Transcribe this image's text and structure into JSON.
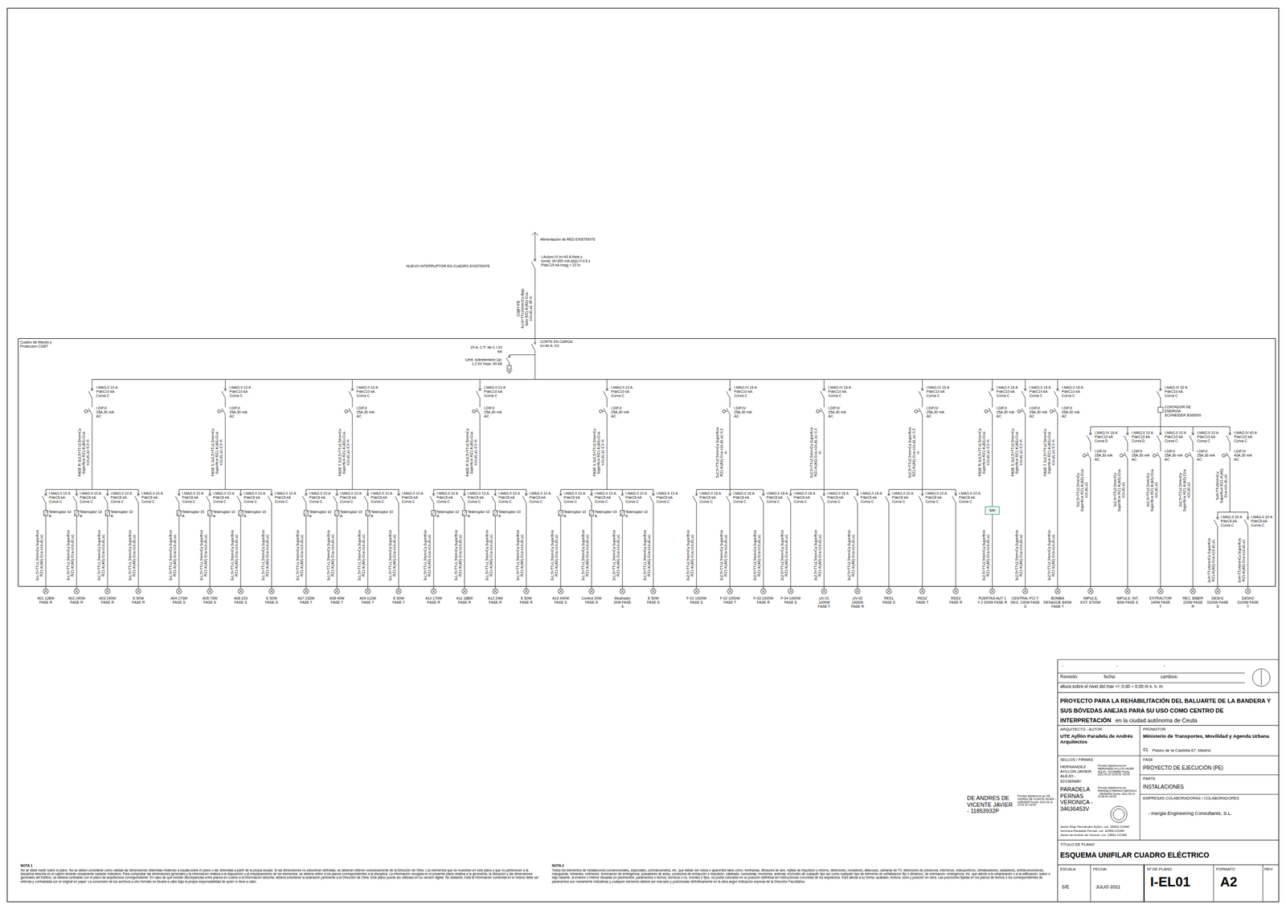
{
  "diagram": {
    "title": "ESQUEMA UNIFILAR CUADRO ELÉCTRICO",
    "nodes": [
      {
        "text": [
          "Cuadro de Mando y Protección CGBT"
        ]
      },
      {
        "text": [
          "SAI"
        ],
        "in": 0
      }
    ],
    "labels": [
      "Alimentación de RED EXISTENTE",
      "I.Autom.IV In=40 A Relé y toroid. Id=300 mA,Δt(s) t=0,5 s PdeC15 kA Imag = 10 In",
      "NUEVO INTERRUPTOR EN CUADRO EXISTENTE",
      "CGBT PB 4x10+TTx10mm²Cu Bajo tubo RZ1-K(AS) Cca-s1b,d1,a1 30 m",
      "CORTE EN CARGA In=40 A; ICt",
      "20 A, C P. de C.=10 kA",
      "Limit. sobretensión Up: 1,2 kV Imax: 40 kA",
      "I.MAG.II 10 A PdeC10 kA Curva C",
      "I.DIF.II 25A,30 mA AC",
      "FASE R 3x2,5+TTx2,5mm²Cu Superficie RZ1-K(AS) Cca-s1b,d1,a1 0,3 m",
      "I.MAG.II 10 A PdeC10 kA Curva C",
      "I.DIF.II 25A,30 mA AC",
      "FASE S 3x2,5+TTx2,5mm²Cu Superficie RZ1-K(AS) Cca-s1b,d1,a1 0,3 m",
      "I.MAG.II 10 A PdeC10 kA Curva C",
      "I.DIF.II 25A,30 mA AC",
      "FASE T 3x2,5+TTx2,5mm²Cu Superficie RZ1-K(AS) Cca-s1b,d1,a1 0,3 m",
      "I.MAG.II 10 A PdeC10 kA Curva C",
      "I.DIF.II 25A,30 mA AC",
      "FASE R 3x2,5+TTx2,5mm²Cu Superficie RZ1-K(AS) Cca-s1b,d1,a1 0,3 m",
      "I.MAG.II 10 A PdeC10 kA Curva C",
      "I.DIF.II 25A,30 mA AC",
      "FASE S 3x2,5+TTx2,5mm²Cu Superficie RZ1-K(AS) Cca-s1b,d1,a1 0,3 m",
      "I.MAG.IV 16 A PdeC10 kA Curva C",
      "I.DIF.IV 25A,30 mA AC",
      "5x2,5+TTx2,5mm²Cu Superficie RZ1-K(AS) Cca-s1b,d1,a1 0,3 m",
      "I.MAG.IV 16 A PdeC10 kA Curva C",
      "I.DIF.IV 25A,30 mA AC",
      "5x2,5+TTx2,5mm²Cu Superficie RZ1-K(AS) Cca-s1b,d1,a1 0,3 m",
      "I.MAG.IV 16 A PdeC10 kA Curva C",
      "I.DIF.IV 25A,30 mA AC",
      "5x2,5+TTx2,5mm²Cu Superficie RZ1-K(AS) Cca-s1b,d1,a1 0,3 m",
      "I.MAG.II 16 A PdeC10 kA Curva C",
      "I.DIF.II 25A,30 mA AC",
      "FASE R 3x2,5+TTx2,5mm²Cu Superficie RZ1-K(AS) Cca-s1b,d1,a1 0,3 m",
      "I.MAG.II 16 A PdeC10 kA Curva C",
      "I.DIF.II 25A,30 mA AC",
      "FASE S 3x2,5+TTx2,5mm²Cu Superficie RZ1-K(AS) Cca-s1b,d1,a1 0,3 m",
      "I.MAG.II 16 A PdeC10 kA Curva C",
      "I.DIF.II 25A,30 mA AC",
      "FASE T 3x2,5+TTx2,5mm²Cu Superficie RZ1-K(AS) Cca-s1b,d1,a1 0,3 m",
      "I.MAG.IV 32 A PdeC10 kA Curva C",
      "CONTADOR DE ENERGÍA SCHNEIDER iEM3000",
      "I.MAG.II 10 A PdeC6 kA Curva C",
      "Telerruptor 10 A",
      "3x1,5+TTx1,5mm²Cu Superficie RZ1-K(AS) Cca-s1b,d1,a1",
      "A01 128W FASE R",
      "I.MAG.II 10 A PdeC6 kA Curva C",
      "Telerruptor 10 A",
      "3x1,5+TTx1,5mm²Cu Superficie RZ1-K(AS) Cca-s1b,d1,a1",
      "A02 240W FASE R",
      "I.MAG.II 10 A PdeC6 kA Curva C",
      "Telerruptor 10 A",
      "3x1,5+TTx1,5mm²Cu Superficie RZ1-K(AS) Cca-s1b,d1,a1",
      "A03 240W FASE R",
      "I.MAG.II 10 A PdeC6 kA Curva C",
      "3x1,5+TTx1,5mm²Cu Superficie RZ1-K(AS) Cca-s1b,d1,a1",
      "E 50W FASE R",
      "I.MAG.II 10 A PdeC6 kA Curva C",
      "Telerruptor 10 A",
      "3x1,5+TTx1,5mm²Cu Superficie RZ1-K(AS) Cca-s1b,d1,a1",
      "A04 273W FASE S",
      "I.MAG.II 10 A PdeC6 kA Curva C",
      "Telerruptor 10 A",
      "3x1,5+TTx1,5mm²Cu Superficie RZ1-K(AS) Cca-s1b,d1,a1",
      "A05 70W FASE S",
      "I.MAG.II 10 A PdeC6 kA Curva C",
      "Telerruptor 10 A",
      "3x1,5+TTx1,5mm²Cu Superficie RZ1-K(AS) Cca-s1b,d1,a1",
      "A06 229 FASE S",
      "I.MAG.II 10 A PdeC6 kA Curva C",
      "3x1,5+TTx1,5mm²Cu Superficie RZ1-K(AS) Cca-s1b,d1,a1",
      "E 50W FASE S",
      "I.MAG.II 10 A PdeC6 kA Curva C",
      "Telerruptor 10 A",
      "3x1,5+TTx1,5mm²Cu Superficie RZ1-K(AS) Cca-s1b,d1,a1",
      "A07 233W FASE T",
      "I.MAG.II 10 A PdeC6 kA Curva C",
      "Telerruptor 10 A",
      "3x1,5+TTx1,5mm²Cu Superficie RZ1-K(AS) Cca-s1b,d1,a1",
      "A08 40W FASE T",
      "I.MAG.II 10 A PdeC6 kA Curva C",
      "Telerruptor 10 A",
      "3x1,5+TTx1,5mm²Cu Superficie RZ1-K(AS) Cca-s1b,d1,a1",
      "A09 112W FASE T",
      "I.MAG.II 10 A PdeC6 kA Curva C",
      "3x1,5+TTx1,5mm²Cu Superficie RZ1-K(AS) Cca-s1b,d1,a1",
      "E 50W FASE T",
      "I.MAG.II 10 A PdeC6 kA Curva C",
      "Telerruptor 10 A",
      "3x1,5+TTx1,5mm²Cu Superficie RZ1-K(AS) Cca-s1b,d1,a1",
      "A10 170W FASE R",
      "I.MAG.II 10 A PdeC6 kA Curva C",
      "Telerruptor 10 A",
      "3x1,5+TTx1,5mm²Cu Superficie RZ1-K(AS) Cca-s1b,d1,a1",
      "A11 188W FASE R",
      "I.MAG.II 10 A PdeC6 kA Curva C",
      "Telerruptor 10 A",
      "3x1,5+TTx1,5mm²Cu Superficie RZ1-K(AS) Cca-s1b,d1,a1",
      "A12 24W FASE R",
      "I.MAG.II 10 A PdeC6 kA Curva C",
      "3x1,5+TTx1,5mm²Cu Superficie RZ1-K(AS) Cca-s1b,d1,a1",
      "E 50W FASE R",
      "I.MAG.II 10 A PdeC6 kA Curva C",
      "Telerruptor 10 A",
      "3x1,5+TTx1,5mm²Cu Superficie RZ1-K(AS) Cca-s1b,d1,a1",
      "A13 400W FASE S",
      "I.MAG.II 10 A PdeC6 kA Curva C",
      "Telerruptor 10 A",
      "3x1,5+TTx1,5mm²Cu Superficie RZ1-K(AS) Cca-s1b,d1,a1",
      "Control 20W FASE S",
      "I.MAG.II 10 A PdeC6 kA Curva C",
      "Telerruptor 10 A",
      "3x1,5+TTx1,5mm²Cu Superficie RZ1-K(AS) Cca-s1b,d1,a1",
      "Mostrador 20W FASE S",
      "I.MAG.II 10 A PdeC6 kA Curva C",
      "3x1,5+TTx1,5mm²Cu Superficie RZ1-K(AS) Cca-s1b,d1,a1",
      "E 50W FASE S",
      "I.MAG.II 16 A PdeC6 kA Curva C",
      "3x2,5+TTx2,5mm²Cu Superficie RZ1-K(AS) Cca-s1b,d1,a1",
      "F-01 1000W FASE S",
      "I.MAG.II 16 A PdeC6 kA Curva C",
      "3x2,5+TTx2,5mm²Cu Superficie RZ1-K(AS) Cca-s1b,d1,a1",
      "F-02 1000W FASE T",
      "I.MAG.II 16 A PdeC6 kA Curva C",
      "3x2,5+TTx2,5mm²Cu Superficie RZ1-K(AS) Cca-s1b,d1,a1",
      "F-03 1000W FASE R",
      "I.MAG.II 16 A PdeC6 kA Curva C",
      "3x2,5+TTx2,5mm²Cu Superficie RZ1-K(AS) Cca-s1b,d1,a1",
      "F-04 1000W FASE S",
      "I.MAG.II 16 A PdeC6 kA Curva C",
      "3x2,5+TTx2,5mm²Cu Superficie RZ1-K(AS) Cca-s1b,d1,a1",
      "UV-01 1000W FASE T",
      "I.MAG.II 16 A PdeC6 kA Curva C",
      "3x2,5+TTx2,5mm²Cu Superficie RZ1-K(AS) Cca-s1b,d1,a1",
      "UV-02 1000W FASE R",
      "I.MAG.II 10 A PdeC6 kA Curva C",
      "RES1 FASE S",
      "I.MAG.II 10 A PdeC6 kA Curva C",
      "RES2 FASE T",
      "I.MAG.II 10 A PdeC6 kA Curva C",
      "RES3 FASE R",
      "3x2,5+TTx2,5mm²Cu Superficie RZ1-K(AS) Cca-s1b,d1,a1",
      "PUERTAS AUT 1 Y 2 200W FASE R",
      "3x2,5+TTx2,5mm²Cu Superficie RZ1-K(AS) Cca-s1b,d1,a1",
      "CENTRAL PCI Y SEG. 100W FASE S",
      "3x2,5+TTx2,5mm²Cu Superficie RZ1-K(AS) Cca-s1b,d1,a1",
      "BOMBA DESAGÜE 840W FASE T",
      "I.MAG.IV 16 A PdeC10 kA Curva D",
      "I.DIF.IV 25A,30 mA AC",
      "5x2,5+TTx2,5mm²Cu Superficie RZ1-K(AS) Cca-s1b,d1,a1",
      "IMPULS. EXT. 6700W",
      "I.MAG.II 10 A PdeC10 kA Curva D",
      "I.DIF.II 25A,30 mA AC",
      "3x2,5+TTx2,5mm²Cu Superficie RZ1-K(AS) Cca-s1b,d1,a1",
      "IMPULS. INT. 80W FASE S",
      "I.MAG.II 10 A PdeC10 kA Curva C",
      "I.DIF.II 25A,30 mA AC",
      "3x2,5+TTx2,5mm²Cu Superficie RZ1-K(AS) Cca-s1b,d1,a1",
      "EXTRACTOR 140W FASE T",
      "I.MAG.II 10 A PdeC10 kA Curva C",
      "I.DIF.II 25A,30 mA AC",
      "3x2,5+TTx2,5mm²Cu Superficie RZ1-K(AS) Cca-s1b,d1,a1",
      "REC. BIBER 220W FASE R",
      "I.MAG.IV 40 A PdeC10 kA Curva C",
      "I.DIF.IV 40A,30 mA AC",
      "5x6+TTx6mm²Cu Superficie RZ1-K(AS) Cca-s1b,d1,a1",
      "I.MAG.II 20 A PdeC6 kA Curva C",
      "3x4+TTx4mm²Cu Superficie RZ1-K(AS) Cca-s1b,d1,a1",
      "DESH1 3100W FASE S",
      "I.MAG.II 20 A PdeC6 kA Curva C",
      "3x4+TTx4mm²Cu Superficie RZ1-K(AS) Cca-s1b,d1,a1",
      "DESH2 3100W FASE T",
      "-",
      "-",
      "-",
      "Revisión:",
      "fecha:",
      "cambios:",
      "altura sobre el nivel del mar +/- 0.00 = 0.00 m s. n. m",
      "PROYECTO PARA LA REHABILITACIÓN DEL BALUARTE DE LA BANDERA Y SUS BÓVEDAS ANEJAS PARA SU USO COMO CENTRO DE INTERPRETACIÓN",
      "en la ciudad autónoma de Ceuta",
      "ARQUITECTO - AUTOR",
      "UTE Ayllón Paradela de Andrés Arquitectos",
      "PROMOTOR",
      "Ministerio de Transportes, Movilidad y Agenda Urbana",
      "01",
      "Paseo de la Castella 67. Madrid",
      "SELLOS / FIRMAS",
      "HERNANDEZ AYLLON JAVIER ALEJO - 52136588V",
      "Firmado digitalmente por HERNANDEZ AYLLON JAVIER ALEJO - 52136588V Fecha: 2021.09.13 13:05:36 +02'00'",
      "PARADELA PERNAS VERONICA - 34636453V",
      "Firmado digitalmente por PARADELA PERNAS VERONICA - 34636453V Fecha: 2021.09.13 13:06:43 +02'00'",
      "DE ANDRES DE VICENTE JAVIER - 11853932P",
      "Firmado digitalmente por DE ANDRES DE VICENTE JAVIER - 11853932P Fecha: 2021.09.13 14:01:15 +02'00'",
      "Javier Alejo Hernández Ayllón, col. 15620 COAM",
      "Verónica Paradela Pernas, col. 22489 COAM",
      "Javier de Andrés de Vicente, col. 19991 COAM",
      "FASE",
      "PROYECTO DE EJECUCIÓN (PE)",
      "PARTE",
      "INSTALACIONES",
      "EMPRESAS COLABORADORAS / COLABORADORES",
      "- Inergia Engineering Consultants, S.L.",
      "TÍTULO DE PLANO",
      "ESCALA:",
      "FECHA:",
      "Nº DE PLANO",
      "FORMATO",
      "REV:",
      "S/E",
      "JULIO 2021",
      "I-EL01",
      "A2",
      "NOTA 1",
      "No se debe medir sobre el plano. No se deben considerar como válidas las dimensiones obtenidas midiendo a escala sobre el plano o las obtenidas a partir de la propia escala. Si las dimensiones no estuvieran definidas, se deberán obtener exclusivamente de la Dirección de Obra. Los elementos que se muestran en este plano y que no pertenecen a la disciplina descrita en el cajetín tendrán únicamente carácter indicativo. Para comprobar las dimensiones generales y la información relativa a la disposición y al emplazamiento de los elementos, se deberá referir a los planos correspondientes a la disciplina. La información recogida en el presente plano relativa a la geometría, la ubicación y las dimensiones generales del Edificio, se deberá contrastar con el plano de arquitectura correspondiente. En caso de que existan discrepancias entre planos en cuanto a la información descrita, deberá solicitarse la aclaración pertinente a la Dirección de Obra. Este plano puede ser utilizado en su versión digital. No obstante, toda la información contenida en el mismo debe ser referida y contrastada con el original en papel. La conversión de los archivos a otro formato se llevará a cabo bajo la propia responsabilidad de quien lo lleve a cabo.",
      "NOTA 2",
      "Todos los elementos de instalaciones convencionales, especiales, contraincendios, etc. que deban ser vistos o aparentes tales como: luminarias, difusores de aire, rejillas de impulsión y retorno, detectores, rociadores, altavoces, cámaras de TV, detectores de presencia, interfonos, videoporteros, climatizadores, radiadores, antideconvectores, mangueras, hidrantes, extintores, iluminación de emergencia, pulsadores de aviso, conductos de extracción e impulsión, cableado, consoletas, monitores, antenas, enchufes de cualquier tipo así como cualquier tipo de elemento de señalización fijo o dinámico, de orientación, emergencia, etc. que afecte a la urbanización o a la edificación, sobre o bajo rasante, al exterior o interior situadas en pavimentos, paramentos o techos, técnicos o no, móviles o fijos, no podrá colocarse en su posición definitiva sin instrucciones concretas de los arquitectos. Esto afecta a su forma, acabado, textura, color y posición en obra. Las posiciones fijadas en los planos de techos o los correspondientes de paramentos son meramente indicativas y cualquier elemento deberá ser marcado y posicionado definitivamente en la obra según indicación expresa de la Dirección Facultativa."
    ]
  }
}
